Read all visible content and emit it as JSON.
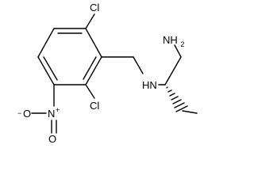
{
  "molecule": {
    "atoms": {
      "cl_top": "Cl",
      "cl_bottom": "Cl",
      "amine_nh": "HN",
      "amine_nh2": "NH2",
      "nitro_o_minus": "O",
      "nitro_o_minus_charge": "−",
      "nitro_n": "N",
      "nitro_n_charge": "+",
      "nitro_o": "O"
    },
    "colors": {
      "bond": "#000000",
      "label": "#000000",
      "background": "#ffffff"
    }
  }
}
